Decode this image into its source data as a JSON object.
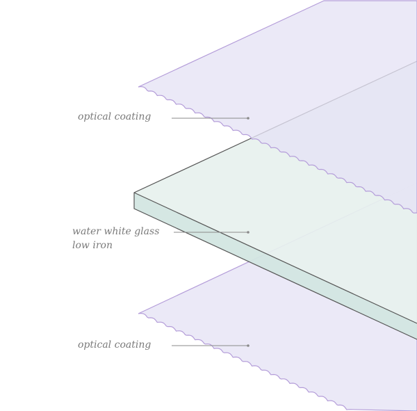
{
  "labels": {
    "top_coating": "optical coating",
    "glass_line1": "water white glass",
    "glass_line2": "low iron",
    "bottom_coating": "optical coating"
  },
  "colors": {
    "coating_fill": "#e6e3f5",
    "coating_edge": "#b49dd9",
    "glass_top": "#e7f1ee",
    "glass_side": "#d3e6e1",
    "glass_edge": "#555555",
    "leader": "#8a8a8a",
    "text": "#7a7a7a"
  }
}
